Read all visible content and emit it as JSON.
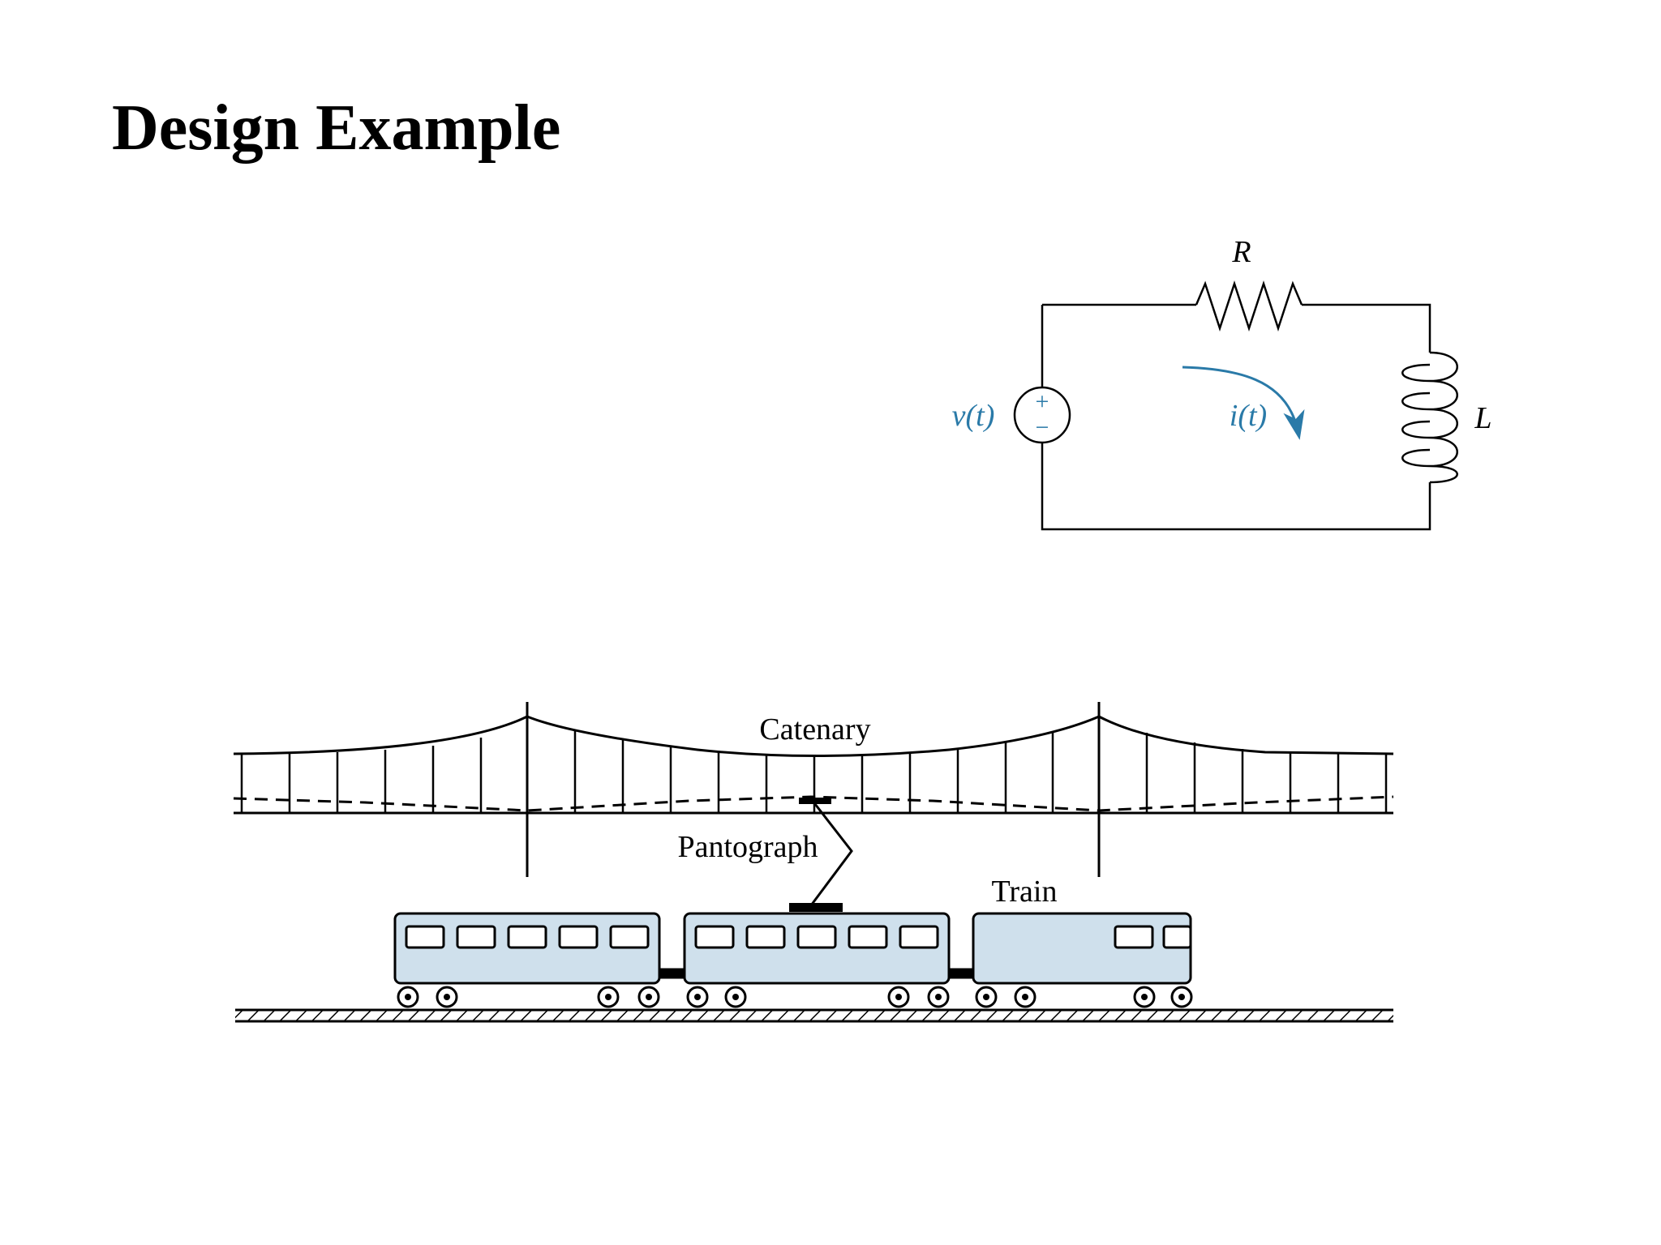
{
  "slide": {
    "title": "Design Example"
  },
  "circuit": {
    "resistor_label": "R",
    "inductor_label": "L",
    "source_label": "v(t)",
    "current_label": "i(t)",
    "source_plus": "+",
    "source_minus": "−",
    "accent_color": "#2a7aa8"
  },
  "railway": {
    "catenary_label": "Catenary",
    "pantograph_label": "Pantograph",
    "train_label": "Train",
    "car_fill_color": "#cfe0ec"
  }
}
